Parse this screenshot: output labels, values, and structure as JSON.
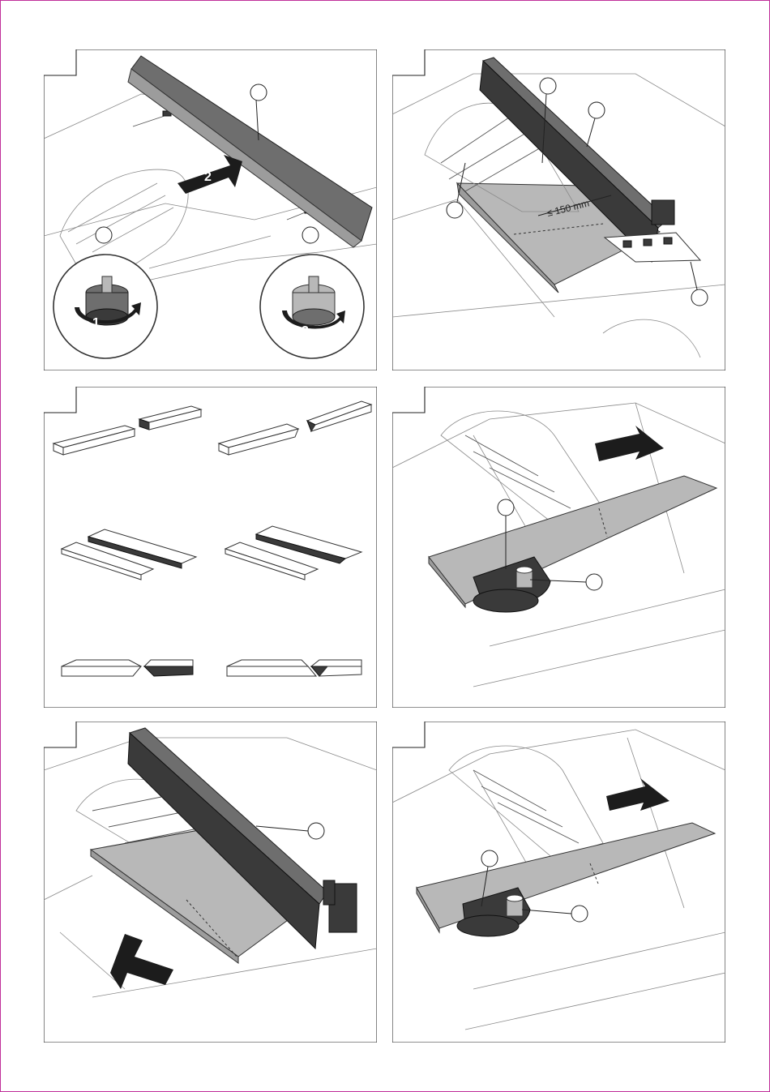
{
  "panels": {
    "p1": {
      "steps": [
        "1",
        "2",
        "3"
      ]
    },
    "p2": {
      "measurement": "≤ 150 mm"
    }
  }
}
